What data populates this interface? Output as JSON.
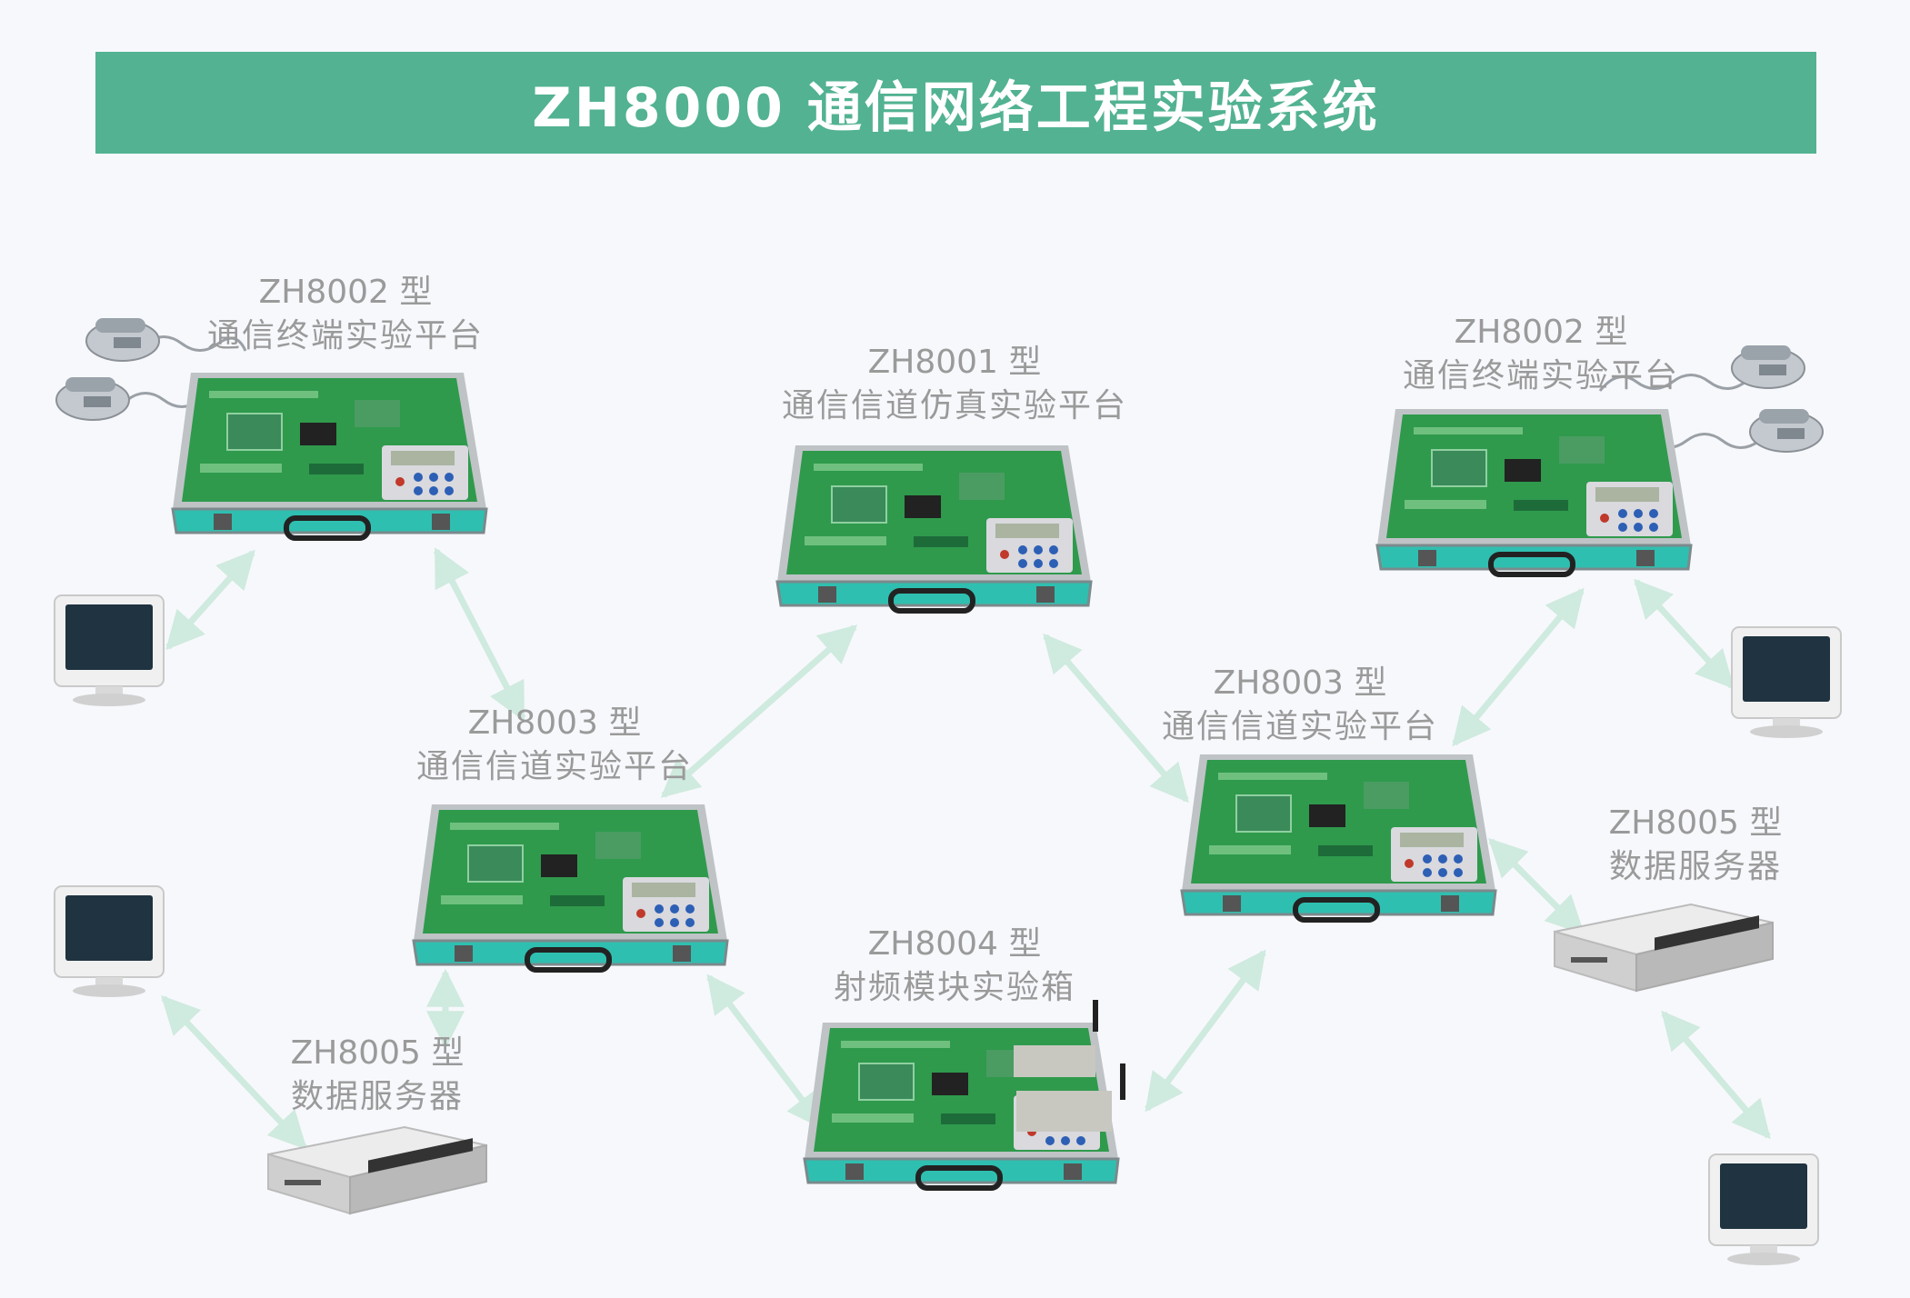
{
  "title": "ZH8000 通信网络工程实验系统",
  "colors": {
    "banner": "#52b291",
    "label": "#9a9a9a",
    "arrow": "#d3ece3",
    "board": "#2f9a4c",
    "case_rim": "#2fbfb0",
    "server": "#dcdcdc"
  },
  "units": {
    "terminal_left": {
      "model": "ZH8002 型",
      "name": "通信终端实验平台"
    },
    "channel_sim": {
      "model": "ZH8001 型",
      "name": "通信信道仿真实验平台"
    },
    "terminal_right": {
      "model": "ZH8002 型",
      "name": "通信终端实验平台"
    },
    "channel_left": {
      "model": "ZH8003 型",
      "name": "通信信道实验平台"
    },
    "channel_right": {
      "model": "ZH8003 型",
      "name": "通信信道实验平台"
    },
    "rf_box": {
      "model": "ZH8004 型",
      "name": "射频模块实验箱"
    },
    "server_left": {
      "model": "ZH8005 型",
      "name": "数据服务器"
    },
    "server_right": {
      "model": "ZH8005 型",
      "name": "数据服务器"
    }
  },
  "icons": {
    "telephone": "telephone-icon",
    "monitor": "crt-monitor-icon",
    "kit": "experiment-kit-case-icon",
    "server": "data-server-box-icon"
  }
}
